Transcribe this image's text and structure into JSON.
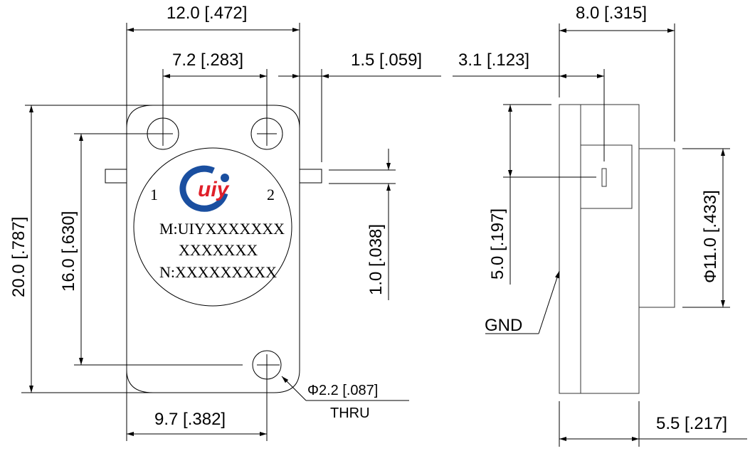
{
  "drawing": {
    "title": "Drop-in circulator outline drawing",
    "front_view": {
      "dimensions": {
        "width_overall": "12.0 [.472]",
        "hole_spacing_top": "7.2 [.283]",
        "tab_length": "1.5 [.059]",
        "height_overall": "20.0 [.787]",
        "hole_spacing_vertical": "16.0 [.630]",
        "tab_width": "1.0 [.038]",
        "hole_offset_bottom": "9.7 [.382]",
        "hole_diameter": "Φ2.2 [.087]",
        "hole_note": "THRU"
      },
      "label": {
        "brand": "UIY",
        "port_1": "1",
        "port_2": "2",
        "model_line": "M:UIYXXXXXXX",
        "model_line_2": "XXXXXXX",
        "serial_line": "N:XXXXXXXXX"
      }
    },
    "side_view": {
      "dimensions": {
        "total_depth": "8.0 [.315]",
        "pin_offset": "3.1 [.123]",
        "pin_height": "5.0 [.197]",
        "boss_diameter": "Φ11.0 [.433]",
        "body_depth": "5.5 [.217]"
      },
      "gnd_label": "GND"
    },
    "colors": {
      "logo_blue": "#1a4fa0",
      "logo_red": "#e0202a",
      "line": "#000000"
    }
  }
}
